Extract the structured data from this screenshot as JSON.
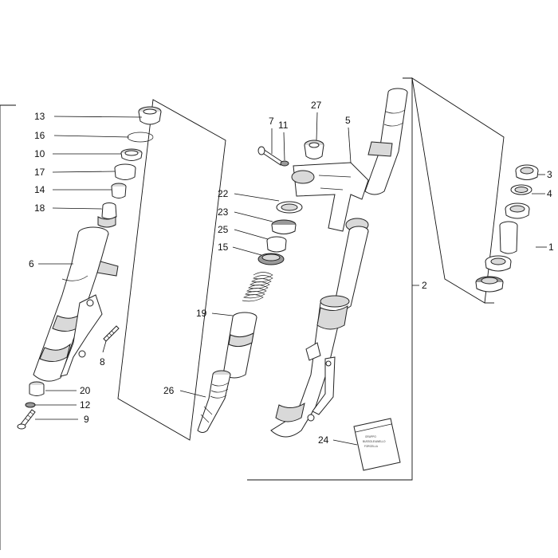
{
  "callouts": [
    {
      "id": "13",
      "label": "13"
    },
    {
      "id": "16",
      "label": "16"
    },
    {
      "id": "10",
      "label": "10"
    },
    {
      "id": "17",
      "label": "17"
    },
    {
      "id": "14",
      "label": "14"
    },
    {
      "id": "18",
      "label": "18"
    },
    {
      "id": "6",
      "label": "6"
    },
    {
      "id": "8",
      "label": "8"
    },
    {
      "id": "20",
      "label": "20"
    },
    {
      "id": "12",
      "label": "12"
    },
    {
      "id": "9",
      "label": "9"
    },
    {
      "id": "7",
      "label": "7"
    },
    {
      "id": "11",
      "label": "11"
    },
    {
      "id": "27",
      "label": "27"
    },
    {
      "id": "5",
      "label": "5"
    },
    {
      "id": "22",
      "label": "22"
    },
    {
      "id": "23",
      "label": "23"
    },
    {
      "id": "25",
      "label": "25"
    },
    {
      "id": "15",
      "label": "15"
    },
    {
      "id": "19",
      "label": "19"
    },
    {
      "id": "26",
      "label": "26"
    },
    {
      "id": "2",
      "label": "2"
    },
    {
      "id": "24",
      "label": "24"
    },
    {
      "id": "3",
      "label": "3"
    },
    {
      "id": "4",
      "label": "4"
    },
    {
      "id": "1",
      "label": "1"
    }
  ],
  "kit_bag": {
    "line1": "GRUPPO",
    "line2": "BUSSOLE/ANELLO",
    "line3": "FORCELLA"
  }
}
